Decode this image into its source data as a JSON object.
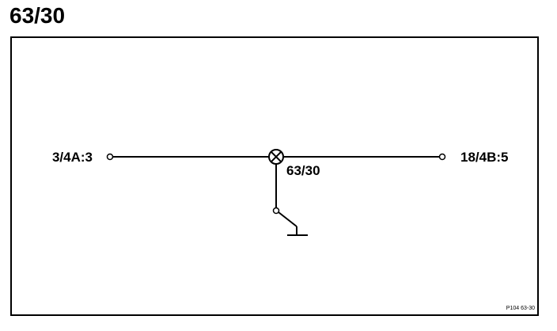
{
  "title": "63/30",
  "diagram": {
    "left_terminal_label": "3/4A:3",
    "right_terminal_label": "18/4B:5",
    "lamp_label": "63/30",
    "reference_code": "P104 63-30",
    "line_color": "#000000",
    "background_color": "#ffffff",
    "components": {
      "lamp": "lamp-symbol-icon",
      "switch": "switch-to-ground-icon",
      "terminal": "terminal-circle-icon",
      "ground": "ground-icon"
    }
  }
}
